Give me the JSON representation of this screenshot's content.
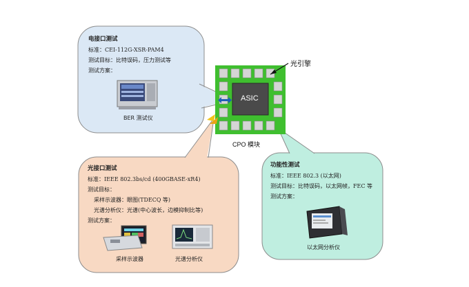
{
  "cpo": {
    "asic_label": "ASIC",
    "optical_engine_label": "光引擎",
    "module_label": "CPO 模块",
    "colors": {
      "board": "#3fbf2f",
      "asic": "#4a4a4a",
      "engine": "#d8d8d8"
    }
  },
  "electrical": {
    "title": "电接口测试",
    "standard": "标准：CEI-112G-XSR-PAM4",
    "goal": "测试目标：比特误码，压力测试等",
    "plan": "测试方案：",
    "instrument": "BER 测试仪",
    "color": "#dbe8f5"
  },
  "optical": {
    "title": "光接口测试",
    "standard": "标准：IEEE 802.3bs/cd (400GBASE-xR4)",
    "goal": "测试目标：",
    "goal_item1": "采样示波器：眼图(TDECQ 等)",
    "goal_item2": "光谱分析仪：光谱(中心波长，边模抑制比等)",
    "plan": "测试方案：",
    "instrument1": "采样示波器",
    "instrument2": "光谱分析仪",
    "color": "#f8d9c3"
  },
  "functional": {
    "title": "功能性测试",
    "standard": "标准：IEEE 802.3 (以太网)",
    "goal": "测试目标：比特误码，以太网帧，FEC 等",
    "plan": "测试方案：",
    "instrument": "以太网分析仪",
    "color": "#bfeee0"
  }
}
